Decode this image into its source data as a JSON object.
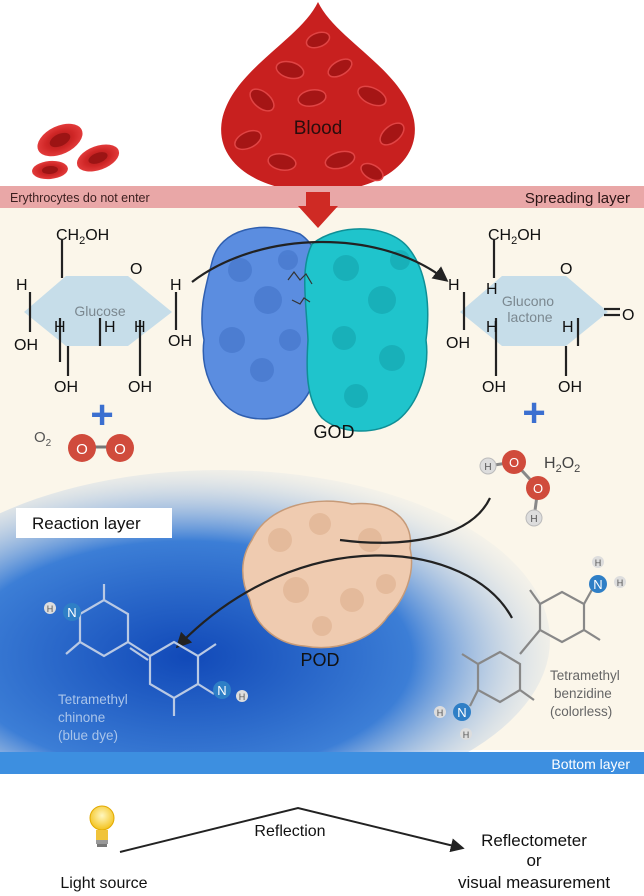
{
  "blood": {
    "label": "Blood"
  },
  "spreading_layer": {
    "note": "Erythrocytes do not enter",
    "label": "Spreading layer"
  },
  "glucose": {
    "name": "Glucose",
    "ch2oh_main": "CH",
    "ch2oh_sub": "2",
    "ch2oh_tail": "OH",
    "ring_o": "O",
    "h": "H",
    "oh": "OH"
  },
  "oxygen": {
    "main": "O",
    "sub": "2",
    "atom": "O"
  },
  "god": {
    "label": "GOD"
  },
  "gluconolactone": {
    "name_line1": "Glucono",
    "name_line2": "lactone",
    "carbonyl_o": "O"
  },
  "plus_sign": "+",
  "h2o2": {
    "main": "H",
    "sub": "2",
    "tail": "O",
    "sub2": "2",
    "atom_h": "H",
    "atom_o": "O"
  },
  "reaction_layer": {
    "label": "Reaction layer"
  },
  "pod": {
    "label": "POD"
  },
  "benzidine": {
    "line1": "Tetramethyl",
    "line2": "benzidine",
    "line3": "(colorless)",
    "atom_n": "N",
    "atom_h": "H"
  },
  "chinone": {
    "line1": "Tetramethyl",
    "line2": "chinone",
    "line3": "(blue dye)",
    "atom_n": "N",
    "atom_h": "H"
  },
  "bottom_layer": {
    "label": "Bottom layer"
  },
  "measurement": {
    "light_source": "Light source",
    "reflection": "Reflection",
    "reflectometer": "Reflectometer",
    "or": "or",
    "visual": "visual measurement"
  },
  "colors": {
    "spreading_band": "#e9a7a7",
    "reaction_bg": "#fbf6ea",
    "blue_bg": "#1d5fc4",
    "bottom_band": "#3d8fe0",
    "blood_red": "#d42a2a",
    "god_left": "#5b8de0",
    "god_right": "#1fc4cc",
    "pod_skin": "#efcbb0",
    "ring_fill": "#c6dde9",
    "oxygen_atom": "#d04b3c",
    "nitrogen_atom": "#2f7fc6",
    "hydrogen_atom": "#dddddd"
  }
}
